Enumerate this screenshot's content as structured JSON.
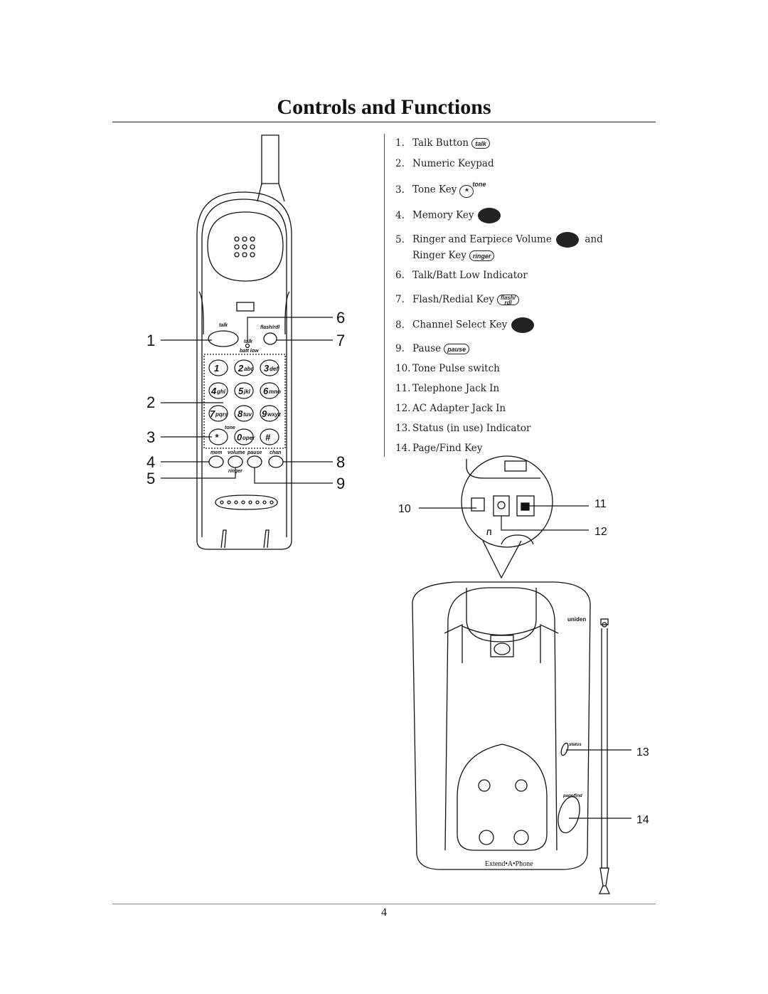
{
  "title": "Controls and Functions",
  "page_number": "4",
  "legend": [
    {
      "num": "1.",
      "text": "Talk Button",
      "key": "talk"
    },
    {
      "num": "2.",
      "text": "Numeric Keypad"
    },
    {
      "num": "3.",
      "text": "Tone Key",
      "key_symbol": "*",
      "key_label": "tone"
    },
    {
      "num": "4.",
      "text": "Memory Key"
    },
    {
      "num": "5.",
      "text": "Ringer and Earpiece Volume",
      "suffix": "and",
      "line2": "Ringer Key",
      "key": "ringer"
    },
    {
      "num": "6.",
      "text": "Talk/Batt Low Indicator"
    },
    {
      "num": "7.",
      "text": "Flash/Redial Key",
      "key_line1": "flash/",
      "key_line2": "rdl"
    },
    {
      "num": "8.",
      "text": "Channel Select Key"
    },
    {
      "num": "9.",
      "text": "Pause",
      "key": "pause"
    },
    {
      "num": "10.",
      "text": "Tone Pulse switch"
    },
    {
      "num": "11.",
      "text": "Telephone Jack In"
    },
    {
      "num": "12.",
      "text": "AC Adapter Jack In"
    },
    {
      "num": "13.",
      "text": "Status (in use) Indicator"
    },
    {
      "num": "14.",
      "text": "Page/Find Key"
    }
  ],
  "handset": {
    "callouts": [
      "1",
      "2",
      "3",
      "4",
      "5",
      "6",
      "7",
      "8",
      "9"
    ],
    "labels": {
      "talk": "talk",
      "flash_rdl": "flash/rdl",
      "talk_indicator": "talk",
      "batt_low": "batt low",
      "tone": "tone",
      "mem": "mem",
      "volume": "volume",
      "pause": "pause",
      "chan": "chan",
      "ringer": "ringer"
    },
    "keypad": [
      {
        "digit": "1",
        "letters": ""
      },
      {
        "digit": "2",
        "letters": "abc"
      },
      {
        "digit": "3",
        "letters": "def"
      },
      {
        "digit": "4",
        "letters": "ghi"
      },
      {
        "digit": "5",
        "letters": "jkl"
      },
      {
        "digit": "6",
        "letters": "mno"
      },
      {
        "digit": "7",
        "letters": "pqrs"
      },
      {
        "digit": "8",
        "letters": "tuv"
      },
      {
        "digit": "9",
        "letters": "wxyz"
      },
      {
        "digit": "*",
        "letters": ""
      },
      {
        "digit": "0",
        "letters": "oper"
      },
      {
        "digit": "#",
        "letters": ""
      }
    ]
  },
  "base": {
    "callouts": [
      "10",
      "11",
      "12",
      "13",
      "14"
    ],
    "brand": "uniden",
    "status_label": "status",
    "page_find_label": "page/find",
    "product_name": "Extend•A•Phone"
  }
}
